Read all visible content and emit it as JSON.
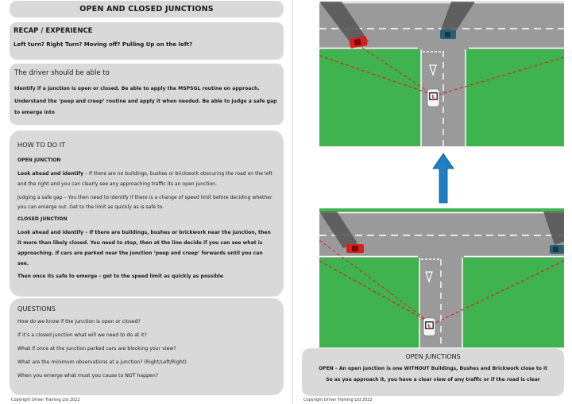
{
  "title": "OPEN AND CLOSED JUNCTIONS",
  "recap": {
    "heading": "RECAP / EXPERIENCE",
    "text": "Left turn? Right Turn? Moving off? Pulling Up on the left?"
  },
  "driver": {
    "heading": "The driver should be able to",
    "line1": "Identify if a junction is open or closed. Be able to apply the MSPSGL routine on approach.",
    "line2": "Understand the ‘peep and creep’ routine and apply it when needed. Be able to judge a safe gap to emerge into"
  },
  "how": {
    "heading": "HOW TO DO IT",
    "open_sub": "OPEN JUNCTION",
    "open_lead": "Look ahead and identify",
    "open_text": " – If there are no buildings, bushes or brickwork obscuring the road on the left and the right and you can clearly see any approaching traffic its an open junction.",
    "gap_text": "Judging a safe gap – You then need to identify if there is a change of speed limit before deciding whether you can emerge out. Get to the limit as quickly as is safe to.",
    "closed_sub": "CLOSED JUNCTION",
    "closed_text": "Look ahead and identify – If there are buildings, bushes or brickwork near the junction, then it more than likely closed. You need to stop, then at the line decide if you can see what is approaching. If cars are parked near the junction ‘peep and creep’ forwards until you can see.",
    "emerge_text": "Then once its safe to emerge – get to the speed limit as quickly as possible"
  },
  "questions": {
    "heading": "QUESTIONS",
    "items": [
      "How do we know if the junction is open or closed?",
      "If it’s a closed junction what will we need to do at it?",
      "What if once at the junction parked cars are blocking your view?",
      "What are the minimum observations at a junction? (Right/Left/Right)",
      "When you emerge what must you cause to NOT happen?"
    ]
  },
  "copyright_left": "Copyright Driver Training Ltd 2022",
  "copyright_right": "Copyright Driver Training Ltd 2022",
  "learner_plate": "L",
  "open_junctions": {
    "heading": "OPEN JUNCTIONS",
    "line1": "OPEN – An open junction is one WITHOUT Buildings, Bushes and Brickwork close to it",
    "line2": "So as you approach it, you have a clear view of any traffic or if the road is clear"
  },
  "colors": {
    "panel": "#d9d9d9",
    "grass": "#3fb34f",
    "road": "#9a9a9a",
    "arrow": "#1f7fc4",
    "sightline": "#e02020"
  }
}
